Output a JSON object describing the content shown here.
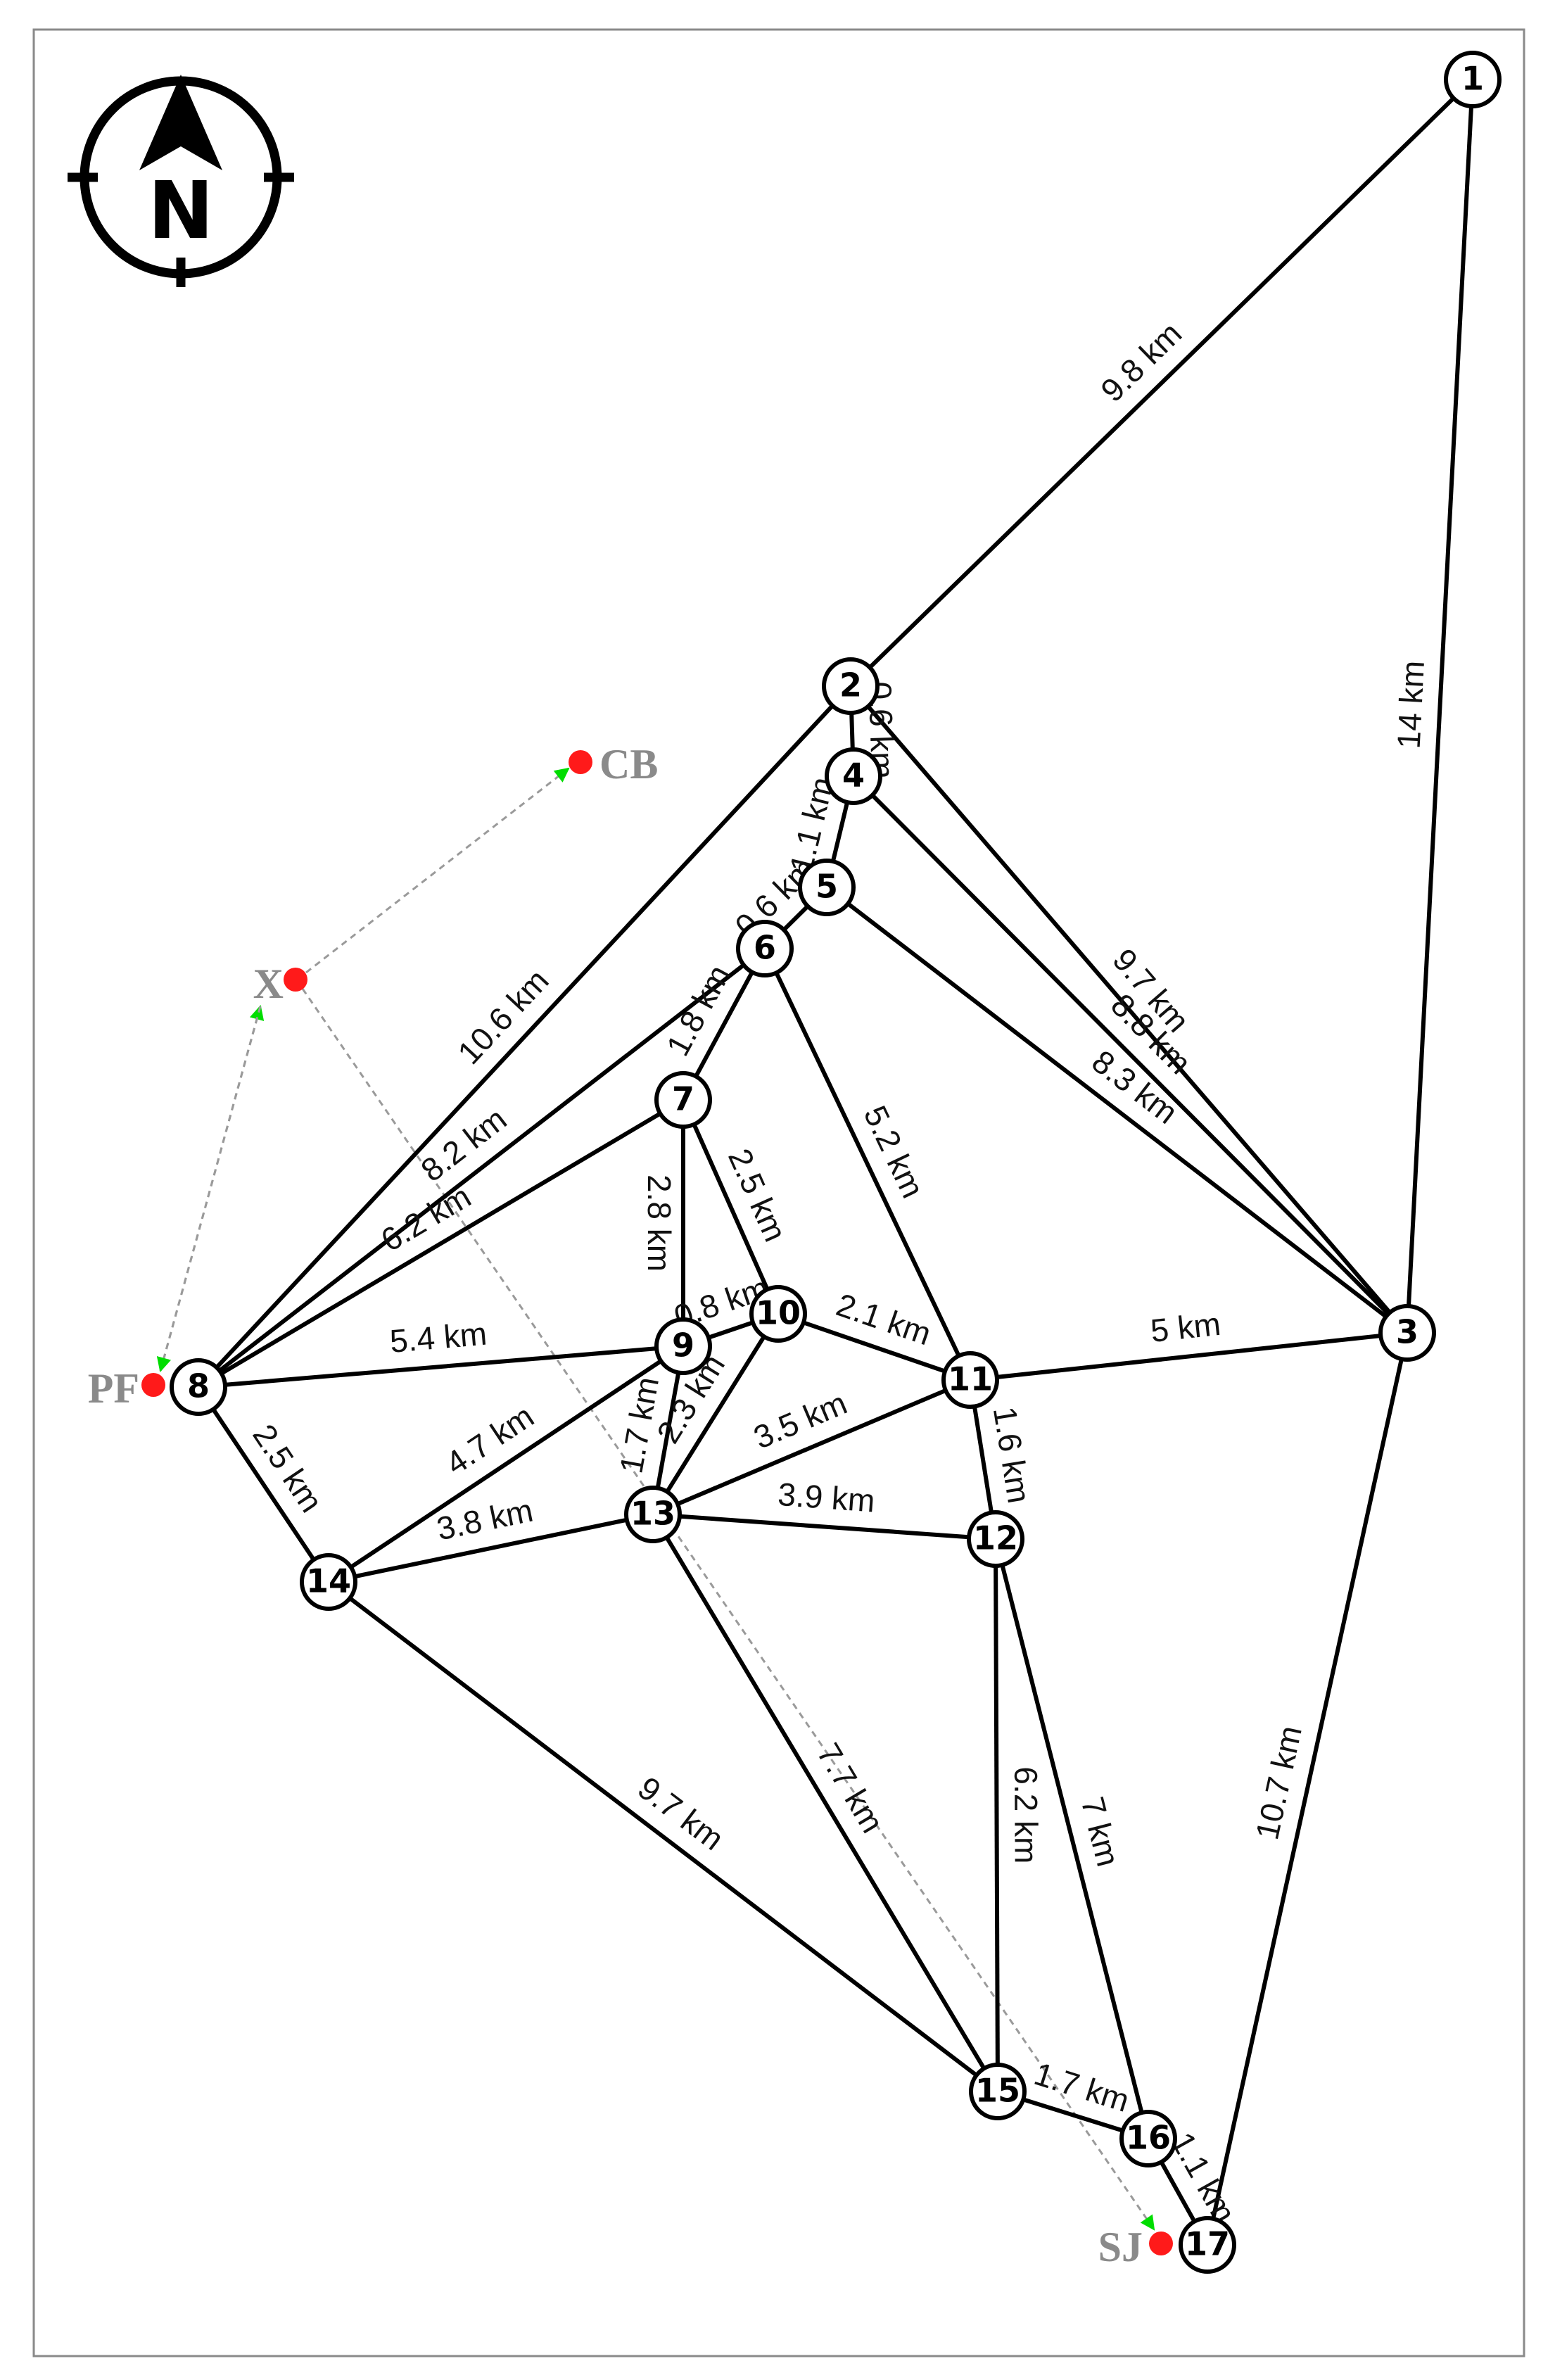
{
  "compass": {
    "letter": "N"
  },
  "nodes": [
    "1",
    "2",
    "3",
    "4",
    "5",
    "6",
    "7",
    "8",
    "9",
    "10",
    "11",
    "12",
    "13",
    "14",
    "15",
    "16",
    "17"
  ],
  "edges": [
    {
      "from": "1",
      "to": "2",
      "label": "9.8 km"
    },
    {
      "from": "1",
      "to": "3",
      "label": "14 km"
    },
    {
      "from": "2",
      "to": "4",
      "label": "0.6 km"
    },
    {
      "from": "2",
      "to": "3",
      "label": "9.7 km"
    },
    {
      "from": "2",
      "to": "8",
      "label": "10.6 km"
    },
    {
      "from": "4",
      "to": "5",
      "label": "1.1 km"
    },
    {
      "from": "4",
      "to": "3",
      "label": "8.8 km"
    },
    {
      "from": "5",
      "to": "6",
      "label": "0.6 km"
    },
    {
      "from": "5",
      "to": "3",
      "label": "8.3 km"
    },
    {
      "from": "6",
      "to": "7",
      "label": "1.8 km"
    },
    {
      "from": "6",
      "to": "8",
      "label": "8.2 km"
    },
    {
      "from": "6",
      "to": "11",
      "label": "5.2 km"
    },
    {
      "from": "7",
      "to": "8",
      "label": "6.2 km"
    },
    {
      "from": "7",
      "to": "9",
      "label": "2.8 km"
    },
    {
      "from": "7",
      "to": "10",
      "label": "2.5 km"
    },
    {
      "from": "8",
      "to": "9",
      "label": "5.4 km"
    },
    {
      "from": "8",
      "to": "14",
      "label": "2.5 km"
    },
    {
      "from": "9",
      "to": "10",
      "label": "0.8 km"
    },
    {
      "from": "9",
      "to": "13",
      "label": "1.7 km"
    },
    {
      "from": "9",
      "to": "14",
      "label": "4.7 km"
    },
    {
      "from": "10",
      "to": "11",
      "label": "2.1 km"
    },
    {
      "from": "10",
      "to": "13",
      "label": "2.3 km"
    },
    {
      "from": "11",
      "to": "3",
      "label": "5 km"
    },
    {
      "from": "11",
      "to": "12",
      "label": "1.6 km"
    },
    {
      "from": "11",
      "to": "13",
      "label": "3.5 km"
    },
    {
      "from": "12",
      "to": "13",
      "label": "3.9 km"
    },
    {
      "from": "12",
      "to": "15",
      "label": "6.2 km"
    },
    {
      "from": "12",
      "to": "16",
      "label": "7 km"
    },
    {
      "from": "13",
      "to": "14",
      "label": "3.8 km"
    },
    {
      "from": "13",
      "to": "15",
      "label": "7.7 km"
    },
    {
      "from": "14",
      "to": "15",
      "label": "9.7 km"
    },
    {
      "from": "15",
      "to": "16",
      "label": "1.7 km"
    },
    {
      "from": "16",
      "to": "17",
      "label": "1.1 km"
    },
    {
      "from": "3",
      "to": "17",
      "label": "10.7 km"
    }
  ],
  "places": [
    {
      "id": "CB",
      "label": "CB"
    },
    {
      "id": "X",
      "label": "X"
    },
    {
      "id": "PF",
      "label": "PF"
    },
    {
      "id": "SJ",
      "label": "SJ"
    }
  ],
  "routes": [
    {
      "from": "X",
      "to": "CB",
      "arrow_color": "#00dd00"
    },
    {
      "from": "PF",
      "to": "X",
      "arrow_color": "#00dd00"
    },
    {
      "from": "X",
      "to": "PF",
      "arrow_color": "#00dd00"
    },
    {
      "from": "X",
      "to": "SJ",
      "arrow_color": "#00dd00"
    }
  ],
  "colors": {
    "edge": "#000000",
    "node_fill": "#ffffff",
    "place_dot": "#ff1a1a",
    "place_label": "#8a8a8a",
    "route_line": "#9a9a9a",
    "route_arrow": "#00dd00"
  }
}
